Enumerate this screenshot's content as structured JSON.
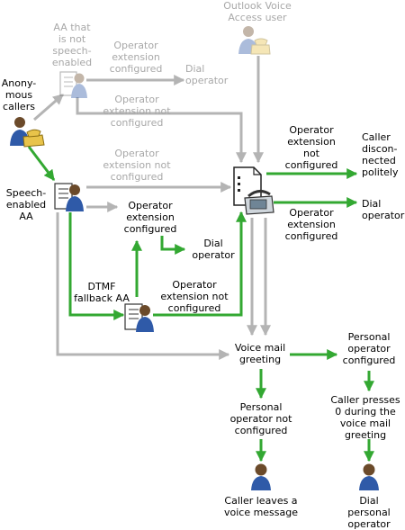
{
  "colors": {
    "green": "#33a832",
    "gray": "#b4b4b4",
    "text": "#000000",
    "text_muted": "#a8a8a8"
  },
  "icons": {
    "outlook_user": "user-with-phone-icon",
    "anonymous_callers": "user-with-phone-icon",
    "aa_not_speech": "user-with-document-icon",
    "speech_aa": "user-with-document-icon",
    "dtmf_aa": "user-with-document-icon",
    "hub": "document-with-phone-icon",
    "leaves_message": "user-icon",
    "dial_personal": "user-icon"
  },
  "labels": {
    "outlook_user": "Outlook Voice\nAccess user",
    "aa_not_speech": "AA that\nis not\nspeech-\nenabled",
    "anonymous_callers": "Anony-\nmous\ncallers",
    "op_ext_configured_1": "Operator\nextension\nconfigured",
    "dial_operator_1": "Dial\noperator",
    "op_ext_not_configured_1": "Operator\nextension not\nconfigured",
    "op_ext_not_configured_2": "Operator\nextension not\nconfigured",
    "op_ext_not_configured_3": "Operator\nextension\nnot\nconfigured",
    "caller_disconnected": "Caller\ndiscon-\nnected\npolitely",
    "speech_enabled_aa": "Speech-\nenabled\nAA",
    "op_ext_configured_2": "Operator\nextension\nconfigured",
    "op_ext_configured_3": "Operator\nextension\nconfigured",
    "dial_operator_2": "Dial\noperator",
    "dial_operator_3": "Dial\noperator",
    "dtmf_fallback_aa": "DTMF\nfallback AA",
    "op_ext_not_configured_4": "Operator\nextension not\nconfigured",
    "voice_mail_greeting": "Voice mail\ngreeting",
    "personal_op_configured": "Personal\noperator\nconfigured",
    "personal_op_not_configured": "Personal\noperator not\nconfigured",
    "caller_presses_0": "Caller presses\n0 during the\nvoice mail\ngreeting",
    "caller_leaves_message": "Caller leaves a\nvoice message",
    "dial_personal_operator": "Dial\npersonal\noperator"
  }
}
